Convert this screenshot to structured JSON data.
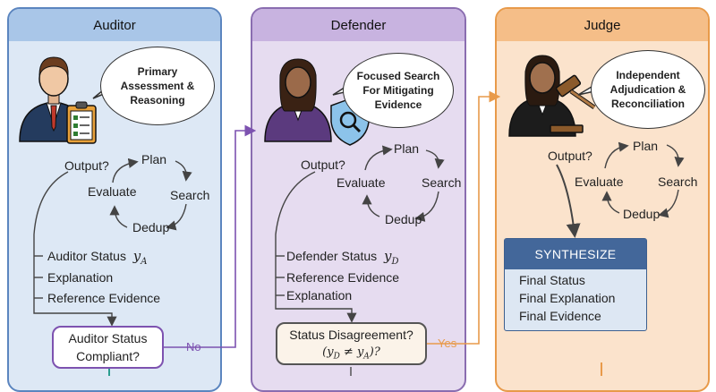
{
  "lanes": {
    "auditor": {
      "title": "Auditor",
      "bubble": "Primary Assessment & Reasoning",
      "loop": {
        "plan": "Plan",
        "search": "Search",
        "dedup": "Dedup",
        "evaluate": "Evaluate",
        "output": "Output?"
      },
      "outputs": [
        "Auditor Status",
        "Explanation",
        "Reference Evidence"
      ],
      "status_symbol": "yA",
      "decision": {
        "line1": "Auditor Status",
        "line2": "Compliant?"
      }
    },
    "defender": {
      "title": "Defender",
      "bubble": "Focused Search For Mitigating Evidence",
      "loop": {
        "plan": "Plan",
        "search": "Search",
        "dedup": "Dedup",
        "evaluate": "Evaluate",
        "output": "Output?"
      },
      "outputs": [
        "Defender Status",
        "Reference Evidence",
        "Explanation"
      ],
      "status_symbol": "yD",
      "decision": {
        "line1": "Status Disagreement?",
        "line2": "(yD ≠ yA)?"
      }
    },
    "judge": {
      "title": "Judge",
      "bubble": "Independent Adjudication & Reconciliation",
      "loop": {
        "plan": "Plan",
        "search": "Search",
        "dedup": "Dedup",
        "evaluate": "Evaluate",
        "output": "Output?"
      },
      "synthesize": {
        "title": "SYNTHESIZE",
        "items": [
          "Final Status",
          "Final Explanation",
          "Final Evidence"
        ]
      }
    }
  },
  "edges": {
    "no_label": "No",
    "yes_label": "Yes"
  },
  "colors": {
    "auditor": "#5b85bf",
    "defender": "#8a6db0",
    "judge": "#e89a4a",
    "synth": "#43679a"
  }
}
